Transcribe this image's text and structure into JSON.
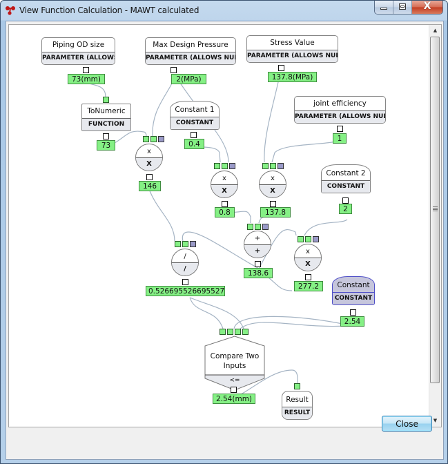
{
  "window": {
    "title": "View Function Calculation - MAWT calculated",
    "app_icon": "app-logo-icon",
    "minimize_icon": "minimize-icon",
    "maximize_icon": "maximize-icon",
    "close_icon": "close-icon",
    "close_glyph": "X"
  },
  "colors": {
    "value_fill": "#85f085",
    "port_green": "#85f085",
    "port_purple": "#9a9ac8",
    "highlight_constant": "#c6c6dc",
    "connector": "#a5b4c4"
  },
  "nodes": {
    "piping_od": {
      "title": "Piping OD size",
      "type": "PARAMETER (ALLOWS NULL)",
      "value": "73(mm)"
    },
    "max_pressure": {
      "title": "Max Design Pressure",
      "type": "PARAMETER (ALLOWS NULL)",
      "value": "2(MPa)"
    },
    "stress_value": {
      "title": "Stress Value",
      "type": "PARAMETER (ALLOWS NULL)",
      "value": "137.8(MPa)"
    },
    "joint_efficiency": {
      "title": "joint efficiency",
      "type": "PARAMETER (ALLOWS NULL)",
      "value": "1"
    },
    "to_numeric": {
      "title": "ToNumeric",
      "type": "FUNCTION",
      "value": "73"
    },
    "constant1": {
      "title": "Constant 1",
      "type": "CONSTANT",
      "value": "0.4"
    },
    "constant2": {
      "title": "Constant 2",
      "type": "CONSTANT",
      "value": "2"
    },
    "constant3": {
      "title": "Constant",
      "type": "CONSTANT",
      "value": "2.54"
    },
    "mult1": {
      "top": "x",
      "bottom": "X",
      "value": "146"
    },
    "mult2": {
      "top": "x",
      "bottom": "X",
      "value": "0.8"
    },
    "mult3": {
      "top": "x",
      "bottom": "X",
      "value": "137.8"
    },
    "add1": {
      "top": "+",
      "bottom": "+",
      "value": "138.6"
    },
    "mult4": {
      "top": "x",
      "bottom": "X",
      "value": "277.2"
    },
    "div1": {
      "top": "/",
      "bottom": "/",
      "value": "0.526695526695527"
    },
    "compare": {
      "title_line1": "Compare Two",
      "title_line2": "Inputs",
      "operator": "<=",
      "value": "2.54(mm)"
    },
    "result": {
      "title": "Result",
      "type": "RESULT"
    }
  },
  "footer": {
    "close_label": "Close"
  },
  "scrollbar": {
    "up_arrow": "▲",
    "down_arrow": "▼"
  }
}
